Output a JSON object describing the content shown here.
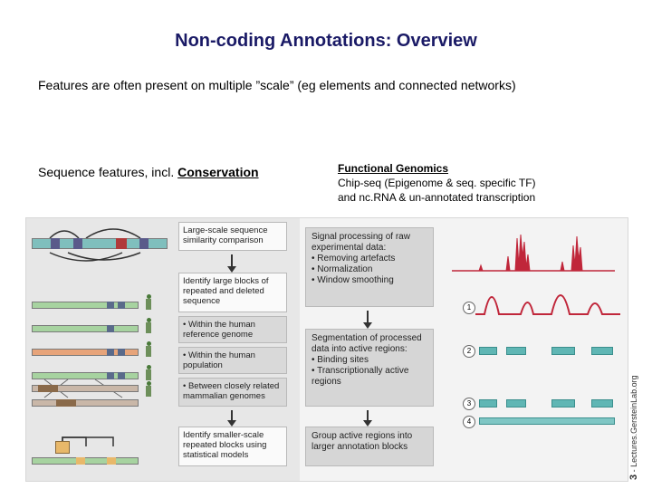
{
  "slide": {
    "title": "Non-coding Annotations: Overview",
    "subtitle": "Features are often present on multiple ”scale” (eg elements and connected networks)",
    "left_heading_prefix": "Sequence features, incl. ",
    "left_heading_emph": "Conservation",
    "right_heading_title": "Functional Genomics",
    "right_heading_line2": "Chip-seq (Epigenome & seq. specific TF)",
    "right_heading_line3": "and nc.RNA & un-annotated transcription",
    "side_credit_num": "3",
    "side_credit_text": " - Lectures.GersteinLab.org"
  },
  "figure": {
    "left": {
      "step1": "Large-scale sequence similarity comparison",
      "step2": "Identify large blocks of repeated and deleted sequence",
      "sub1": "• Within the human reference genome",
      "sub2": "• Within the human population",
      "sub3": "• Between closely related mammalian genomes",
      "step3": "Identify smaller-scale repeated blocks using statistical models"
    },
    "right": {
      "step1_title": "Signal processing of raw experimental data:",
      "step1_b1": "• Removing artefacts",
      "step1_b2": "• Normalization",
      "step1_b3": "• Window smoothing",
      "step2_title": "Segmentation of processed data into active regions:",
      "step2_b1": "• Binding sites",
      "step2_b2": "• Transcriptionally active regions",
      "step3": "Group active regions into larger annotation blocks",
      "n1": "1",
      "n2": "2",
      "n3": "3",
      "n4": "4"
    }
  },
  "colors": {
    "title": "#1a1a66",
    "signal": "#c0263a",
    "region": "#5fb6b4"
  }
}
